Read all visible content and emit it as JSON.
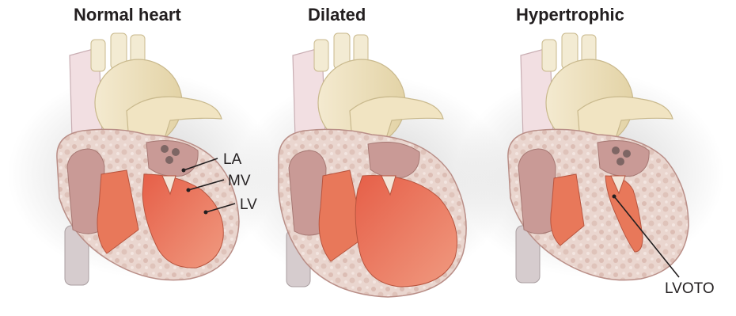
{
  "panels": [
    {
      "title": "Normal heart"
    },
    {
      "title": "Dilated"
    },
    {
      "title": "Hypertrophic"
    }
  ],
  "labels": {
    "la": "LA",
    "mv": "MV",
    "lv": "LV",
    "lvoto": "LVOTO"
  },
  "colors": {
    "aorta": "#efe2bd",
    "vessel_pink": "#f1dde0",
    "atrium": "#c99a96",
    "myocardium": "#e8785a",
    "wall_speckle": "#e8d3cc",
    "vena_cava": "#cfc5c7"
  }
}
